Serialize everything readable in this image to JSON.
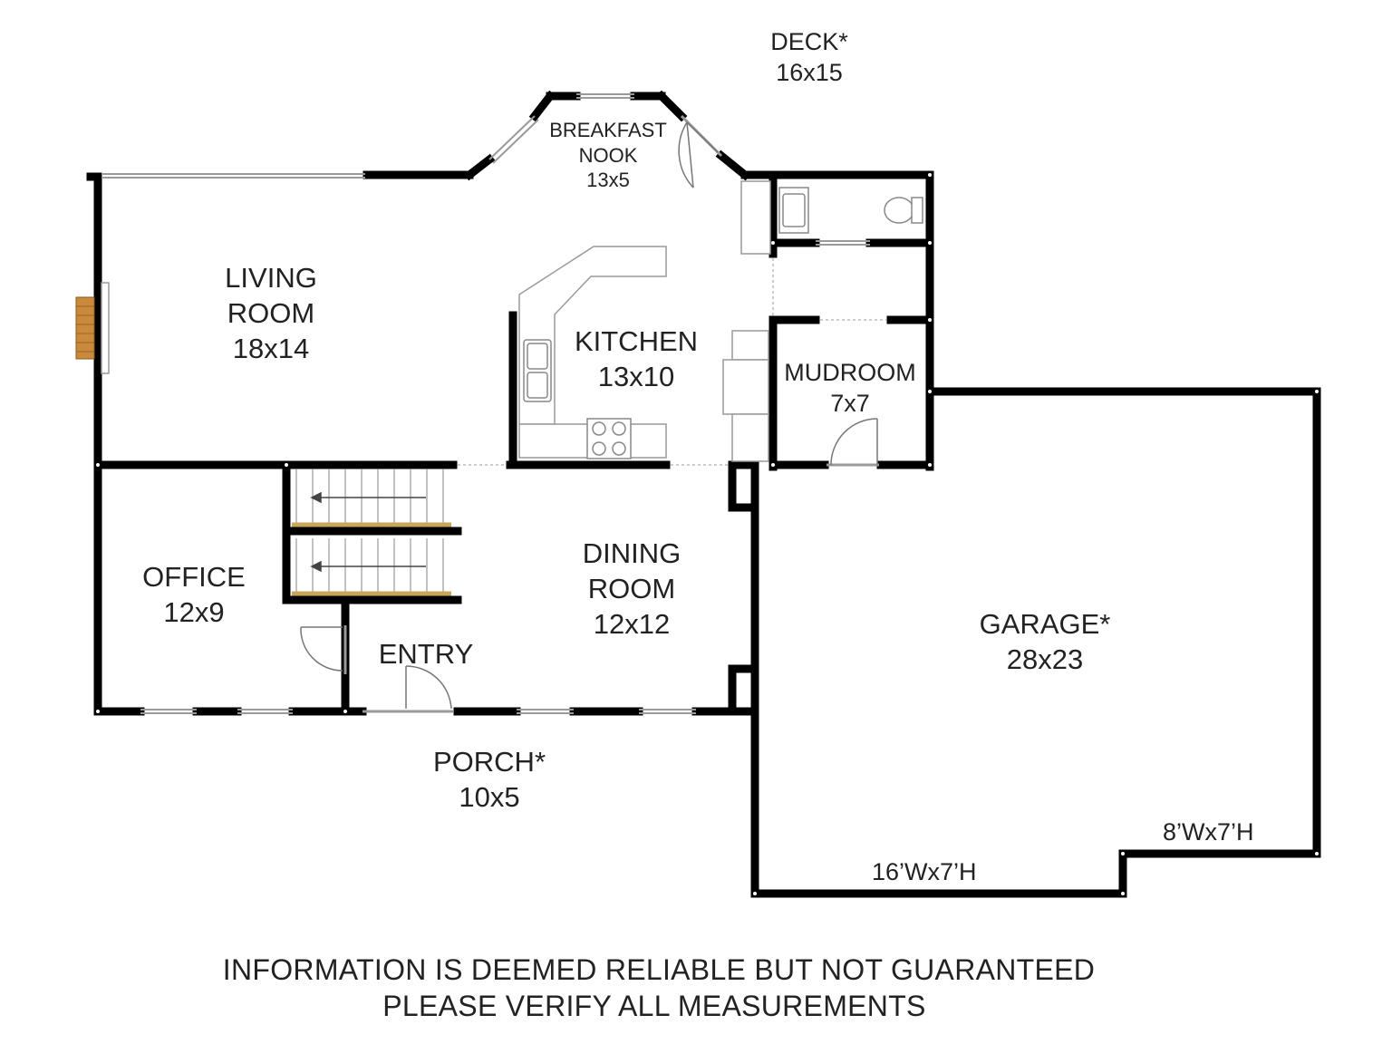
{
  "rooms": {
    "deck": {
      "name": "DECK*",
      "size": "16x15"
    },
    "breakfast_nook": {
      "name1": "BREAKFAST",
      "name2": "NOOK",
      "size": "13x5"
    },
    "living_room": {
      "name1": "LIVING",
      "name2": "ROOM",
      "size": "18x14"
    },
    "kitchen": {
      "name": "KITCHEN",
      "size": "13x10"
    },
    "mudroom": {
      "name": "MUDROOM",
      "size": "7x7"
    },
    "office": {
      "name": "OFFICE",
      "size": "12x9"
    },
    "dining_room": {
      "name1": "DINING",
      "name2": "ROOM",
      "size": "12x12"
    },
    "entry": {
      "name": "ENTRY"
    },
    "garage": {
      "name": "GARAGE*",
      "size": "28x23"
    },
    "porch": {
      "name": "PORCH*",
      "size": "10x5"
    }
  },
  "garage_doors": {
    "main": "16’Wx7’H",
    "side": "8’Wx7’H"
  },
  "disclaimer": {
    "line1": "INFORMATION IS DEEMED RELIABLE BUT NOT GUARANTEED",
    "line2": "PLEASE VERIFY ALL MEASUREMENTS"
  },
  "colors": {
    "wall": "#000000",
    "window": "#9a9a9a",
    "fixture": "#8a8a8a",
    "stair_tread": "#c8a75a",
    "fireplace_brick": "#c98a3d",
    "text": "#222222"
  }
}
